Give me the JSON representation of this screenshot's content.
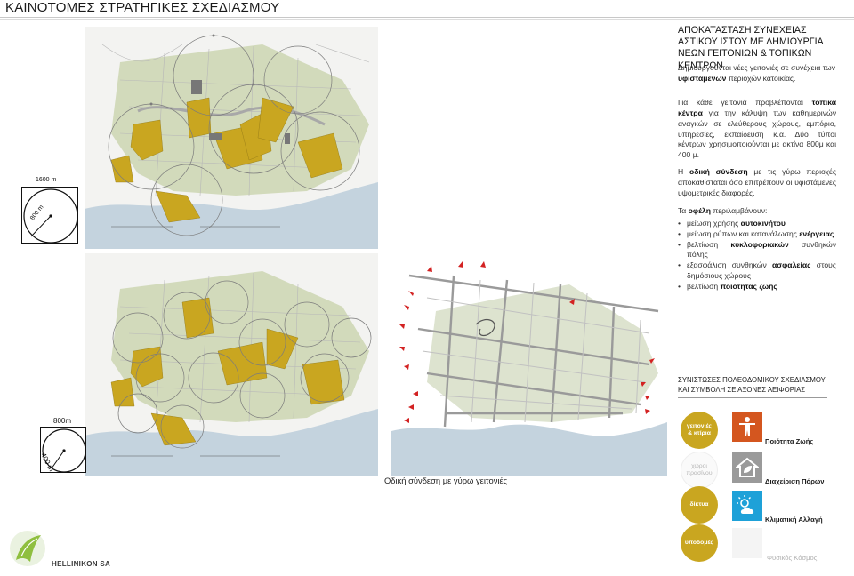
{
  "page": {
    "title": "ΚΑΙΝΟΤΟΜΕΣ ΣΤΡΑΤΗΓΙΚΕΣ ΣΧΕΔΙΑΣΜΟΥ"
  },
  "section": {
    "title": "ΑΠΟΚΑΤΑΣΤΑΣΗ ΣΥΝΕΧΕΙΑΣ ΑΣΤΙΚΟΥ ΙΣΤΟΥ ΜΕ ΔΗΜΙΟΥΡΓΙΑ ΝΕΩΝ ΓΕΙΤΟΝΙΩΝ & ΤΟΠΙΚΩΝ ΚΕΝΤΡΩΝ",
    "intro_pre": "Δημιουργούνται νέες γειτονιές σε συνέχεια των ",
    "intro_bold": "υφιστάμενων",
    "intro_post": " περιοχών κατοικίας.",
    "centers_1": "Για κάθε γειτονιά προβλέπονται ",
    "centers_bold": "τοπικά κέντρα",
    "centers_2": " για την κάλυψη των καθημερινών αναγκών σε ελεύθερους χώρους, εμπόριο, υπηρεσίες, εκπαίδευση κ.α. Δύο τύποι κέντρων χρησιμοποιούνται με ακτίνα 800μ και 400 μ.",
    "road_1": "Η ",
    "road_bold": "οδική σύνδεση",
    "road_2": " με τις γύρω περιοχές αποκαθίσταται όσο επιτρέπουν οι υφιστάμενες υψομετρικές διαφορές.",
    "benefits_pre": "Τα ",
    "benefits_bold": "οφέλη",
    "benefits_post": " περιλαμβάνουν:",
    "benefits": [
      {
        "pre": "μείωση χρήσης ",
        "bold": "αυτοκινήτου",
        "post": ""
      },
      {
        "pre": "μείωση ρύπων και κατανάλωσης ",
        "bold": "ενέργειας",
        "post": ""
      },
      {
        "pre": "βελτίωση ",
        "bold": "κυκλοφοριακών",
        "post": " συνθηκών πόλης"
      },
      {
        "pre": "εξασφάλιση συνθηκών ",
        "bold": "ασφαλείας",
        "post": " στους δημόσιους χώρους"
      },
      {
        "pre": "βελτίωση ",
        "bold": "ποιότητας ζωής",
        "post": ""
      }
    ]
  },
  "legend": {
    "heading_line1": "ΣΥΝΙΣΤΩΣΕΣ ΠΟΛΕΟΔΟΜΙΚΟΥ ΣΧΕΔΙΑΣΜΟΥ",
    "heading_line2": "ΚΑΙ ΣΥΜΒΟΛΗ ΣΕ ΑΞΟΝΕΣ ΑΕΙΦΟΡΙΑΣ",
    "components": {
      "neighborhoods_1": "γειτονιές",
      "neighborhoods_2": "& κτίρια",
      "green_1": "χώροι",
      "green_2": "πρασίνου",
      "networks": "δίκτυα",
      "infrastructure": "υποδομές"
    },
    "axes": {
      "quality_of_life": "Ποιότητα Ζωής",
      "resource_management": "Διαχείριση Πόρων",
      "climate_change": "Κλιματική Αλλαγή",
      "natural_world": "Φυσικός Κόσμος"
    },
    "icons": {
      "quality_of_life": "person-icon",
      "resource_management": "house-leaf-icon",
      "climate_change": "sun-cloud-icon"
    }
  },
  "scales": {
    "top_width": "1600 m",
    "top_radius": "800 m",
    "bottom_width": "800m",
    "bottom_radius": "400 m"
  },
  "captions": {
    "road_map": "Οδική σύνδεση με γύρω γειτονιές"
  },
  "logo": {
    "name": "HELLINIKON SA"
  },
  "colors": {
    "accent_gold": "#c9a620",
    "quality_orange": "#d4561f",
    "resources_grey": "#9a9a9a",
    "climate_blue": "#1ea1d8",
    "sea_blue": "#c4d3de",
    "green_area": "#c7d2a8",
    "road_grey": "#8a8a8a",
    "arrow_red": "#d32222"
  }
}
